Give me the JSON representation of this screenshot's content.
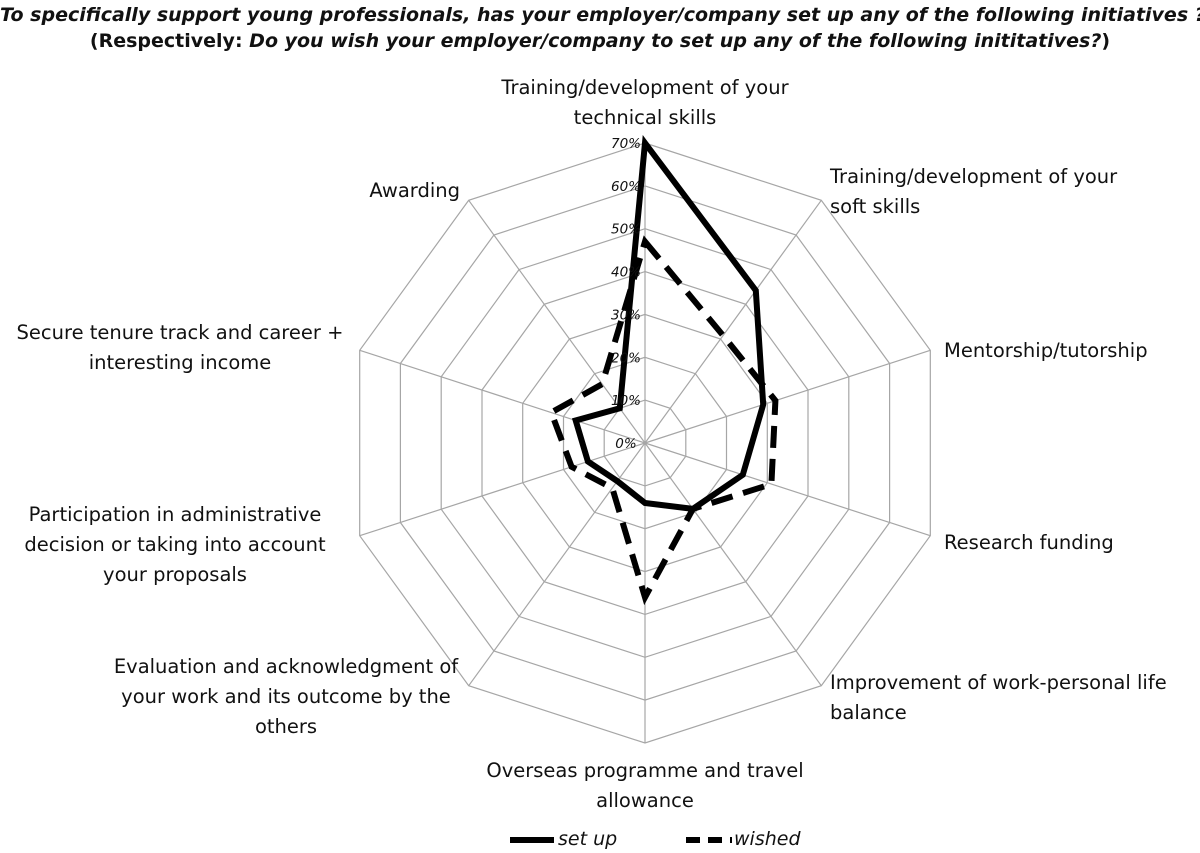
{
  "chart_data": {
    "type": "radar",
    "title_line1": "To specifically support young professionals, has your employer/company set up any of the following initiatives ?",
    "title_line2_prefix": "(Respectively: ",
    "title_line2_italic": "Do you wish your employer/company to set up any of the following inititatives?",
    "title_line2_suffix": ")",
    "categories": [
      "Training/development of your technical skills",
      "Training/development of your soft skills",
      "Mentorship/tutorship",
      "Research funding",
      "Improvement of work-personal life balance",
      "Overseas programme and travel allowance",
      "Evaluation and acknowledgment of your work and its outcome by the others",
      "Participation in administrative decision or taking into account your proposals",
      "Secure tenure track and career + interesting income",
      "Awarding"
    ],
    "tick_labels": [
      "0%",
      "10%",
      "20%",
      "30%",
      "40%",
      "50%",
      "60%",
      "70%"
    ],
    "rmin": 0,
    "rmax": 70,
    "grid": true,
    "legend_position": "bottom",
    "series": [
      {
        "name": "set up",
        "style": "solid",
        "color": "#000000",
        "values": [
          70,
          44,
          29,
          24,
          19,
          14,
          11,
          14,
          17,
          10
        ]
      },
      {
        "name": "wished",
        "style": "dashed",
        "color": "#000000",
        "values": [
          47,
          31,
          32,
          31,
          19,
          36,
          13,
          18,
          23,
          17
        ]
      }
    ]
  }
}
